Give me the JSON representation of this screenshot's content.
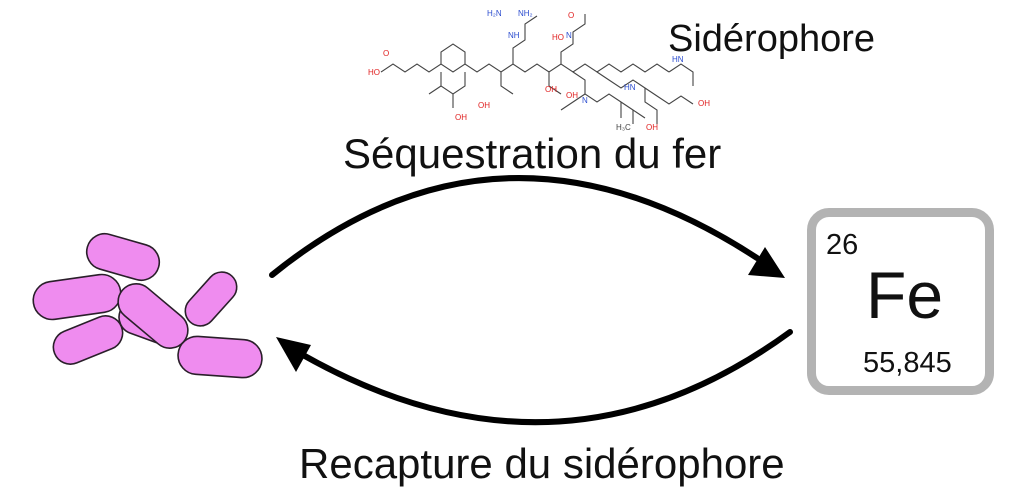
{
  "labels": {
    "siderophore": "Sidérophore",
    "sequestration": "Séquestration du fer",
    "recapture": "Recapture du sidérophore"
  },
  "element": {
    "atomic_number": "26",
    "symbol": "Fe",
    "atomic_mass": "55,845"
  },
  "molecule": {
    "atoms": {
      "acid": "HO",
      "acid_o": "O",
      "amines": "H₂N",
      "amine2": "NH₂",
      "nh": "NH",
      "n": "N",
      "oh": "OH",
      "o": "O",
      "hn": "HN",
      "h3c": "H₃C",
      "ho": "HO"
    }
  },
  "colors": {
    "bacteria_fill": "#ef8cef",
    "bacteria_stroke": "#2a1f2a",
    "element_border": "#b3b3b3",
    "arrow": "#000000",
    "heteroatom_n": "#2b4ccf",
    "heteroatom_o": "#e02020",
    "bond": "#444444"
  },
  "icons": {
    "bacteria": "rod-shaped-bacteria-cluster",
    "arrows": "curved-cycle-arrows"
  }
}
